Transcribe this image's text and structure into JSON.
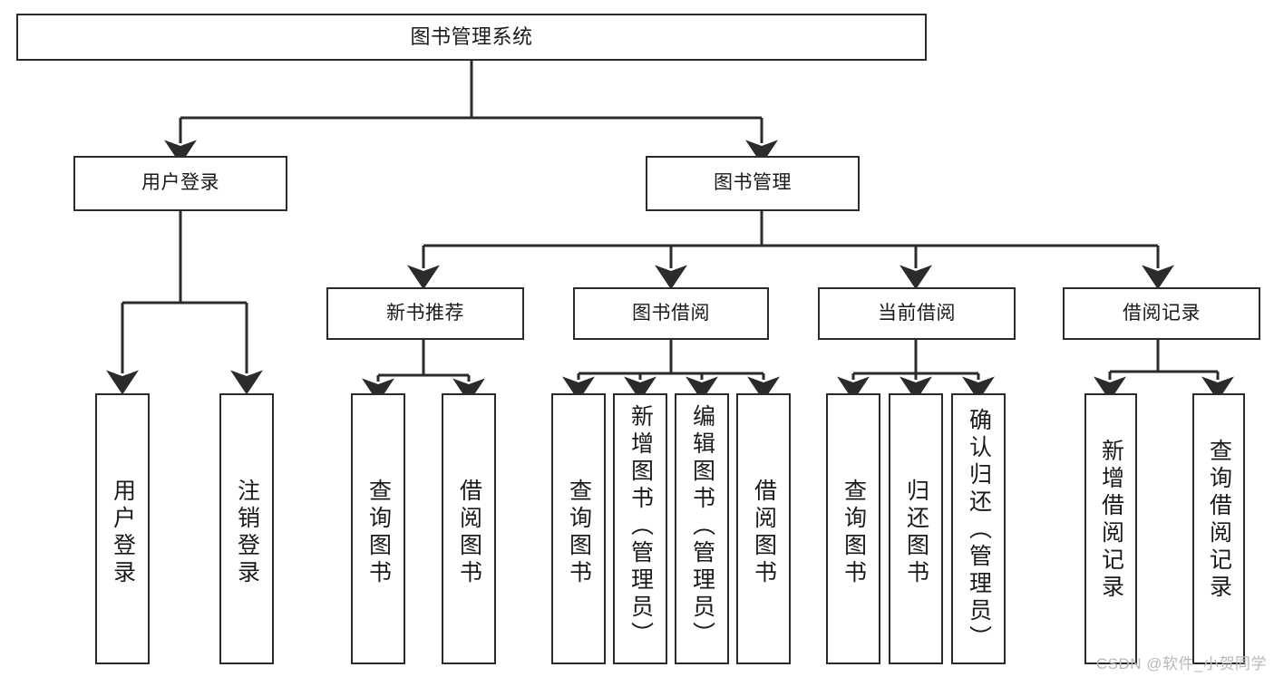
{
  "diagram": {
    "title": "图书管理系统",
    "type": "hierarchy-tree",
    "watermark": "CSDN @软件_小贺同学",
    "nodes": {
      "root": {
        "label": "图书管理系统"
      },
      "level1": [
        {
          "label": "用户登录"
        },
        {
          "label": "图书管理"
        }
      ],
      "level2": [
        {
          "label": "新书推荐"
        },
        {
          "label": "图书借阅"
        },
        {
          "label": "当前借阅"
        },
        {
          "label": "借阅记录"
        }
      ],
      "leaves": {
        "user_login": [
          {
            "label": "用户登录"
          },
          {
            "label": "注销登录"
          }
        ],
        "new_books": [
          {
            "label": "查询图书"
          },
          {
            "label": "借阅图书"
          }
        ],
        "book_borrow": [
          {
            "label": "查询图书"
          },
          {
            "label": "新增图书（管理员）"
          },
          {
            "label": "编辑图书（管理员）"
          },
          {
            "label": "借阅图书"
          }
        ],
        "current_borrow": [
          {
            "label": "查询图书"
          },
          {
            "label": "归还图书"
          },
          {
            "label": "确认归还（管理员）"
          }
        ],
        "borrow_record": [
          {
            "label": "新增借阅记录"
          },
          {
            "label": "查询借阅记录"
          }
        ]
      }
    },
    "colors": {
      "stroke": "#2b2b2b",
      "fill": "#ffffff",
      "text": "#1a1a1a",
      "watermark": "#b9b9b9"
    }
  }
}
